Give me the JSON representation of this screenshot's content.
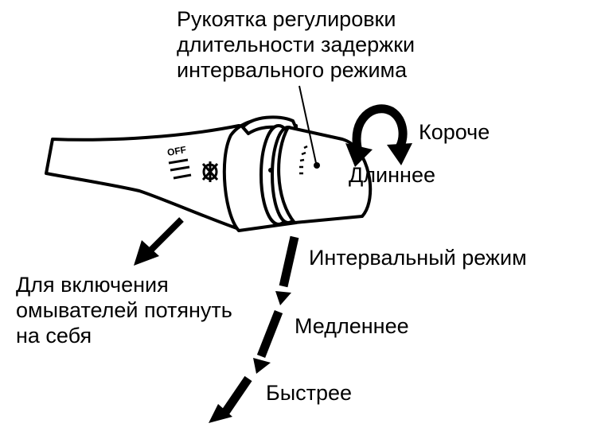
{
  "labels": {
    "knob": [
      "Рукоятка регулировки",
      "длительности задержки",
      "интервального режима"
    ],
    "shorter": "Короче",
    "longer": "Длиннее",
    "interval_mode": "Интервальный режим",
    "washer": [
      "Для включения",
      "омывателей потянуть",
      "на себя"
    ],
    "slower": "Медленнее",
    "faster": "Быстрее",
    "off_marking": "OFF"
  },
  "colors": {
    "ink": "#000000",
    "background": "#ffffff"
  },
  "icons": [
    "washer-symbol-icon",
    "rotate-arrow-icon",
    "pull-arrow-icon",
    "down-arrow-icon"
  ]
}
